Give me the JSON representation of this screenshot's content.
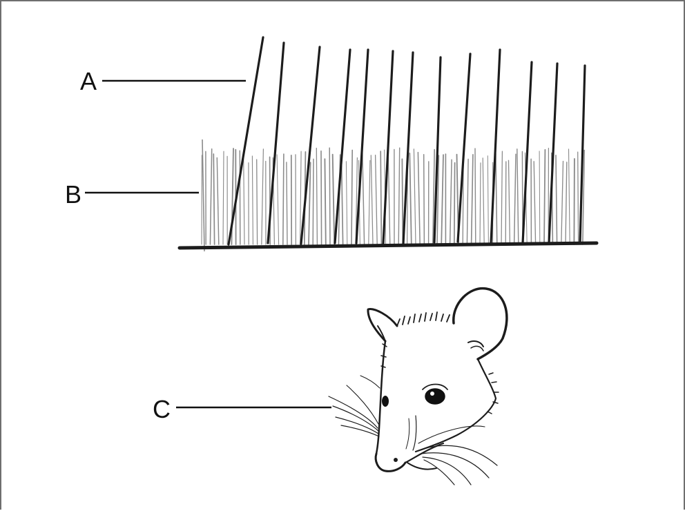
{
  "labels": {
    "a": "A",
    "b": "B",
    "c": "C"
  },
  "colors": {
    "ink": "#1c1c1c",
    "fine_hair": "#8a8a8a",
    "frame": "#6e6e6e",
    "background": "#ffffff"
  },
  "icons": {
    "guard_hairs": "long-guard-hair-lines",
    "underfur": "short-underfur-lines",
    "mouse": "mouse-head-sketch"
  }
}
